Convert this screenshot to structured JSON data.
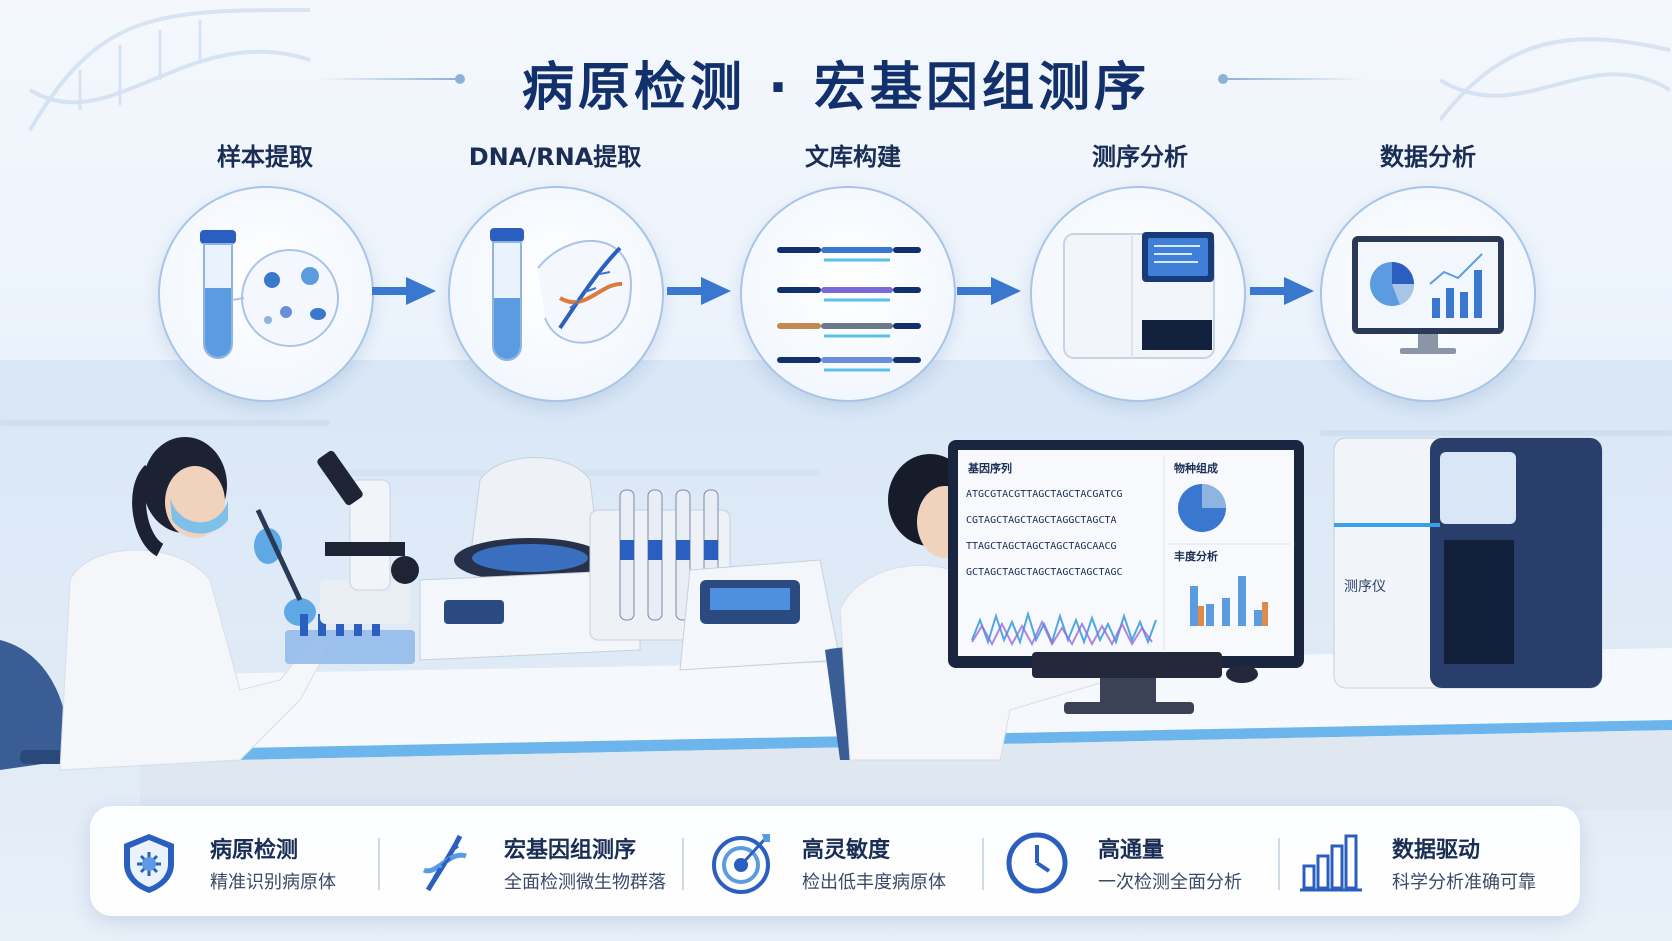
{
  "header": {
    "title": "病原检测 · 宏基因组测序"
  },
  "workflow": {
    "steps": [
      {
        "label": "样本提取",
        "icon": "sample-tube-microbes-icon"
      },
      {
        "label": "DNA/RNA提取",
        "icon": "dna-extraction-icon"
      },
      {
        "label": "文库构建",
        "icon": "library-fragments-icon"
      },
      {
        "label": "测序分析",
        "icon": "sequencer-icon"
      },
      {
        "label": "数据分析",
        "icon": "data-monitor-icon"
      }
    ]
  },
  "scene": {
    "monitor": {
      "seq_title": "基因序列",
      "sequences": [
        "ATGCGTACGTTAGCTAGCTACGATCG",
        "CGTAGCTAGCTAGCTAGGCTAGCTA",
        "TTAGCTAGCTAGCTAGCTAGCAACG",
        "GCTAGCTAGCTAGCTAGCTAGCTAGC"
      ],
      "composition_title": "物种组成",
      "abundance_title": "丰度分析"
    },
    "sequencer_label": "测序仪"
  },
  "features": [
    {
      "title": "病原检测",
      "subtitle": "精准识别病原体",
      "icon": "shield-icon"
    },
    {
      "title": "宏基因组测序",
      "subtitle": "全面检测微生物群落",
      "icon": "dna-icon"
    },
    {
      "title": "高灵敏度",
      "subtitle": "检出低丰度病原体",
      "icon": "target-icon"
    },
    {
      "title": "高通量",
      "subtitle": "一次检测全面分析",
      "icon": "clock-icon"
    },
    {
      "title": "数据驱动",
      "subtitle": "科学分析准确可靠",
      "icon": "bar-chart-icon"
    }
  ],
  "colors": {
    "primary": "#12306b",
    "accent": "#3a78d0",
    "light": "#a8c4e6"
  }
}
